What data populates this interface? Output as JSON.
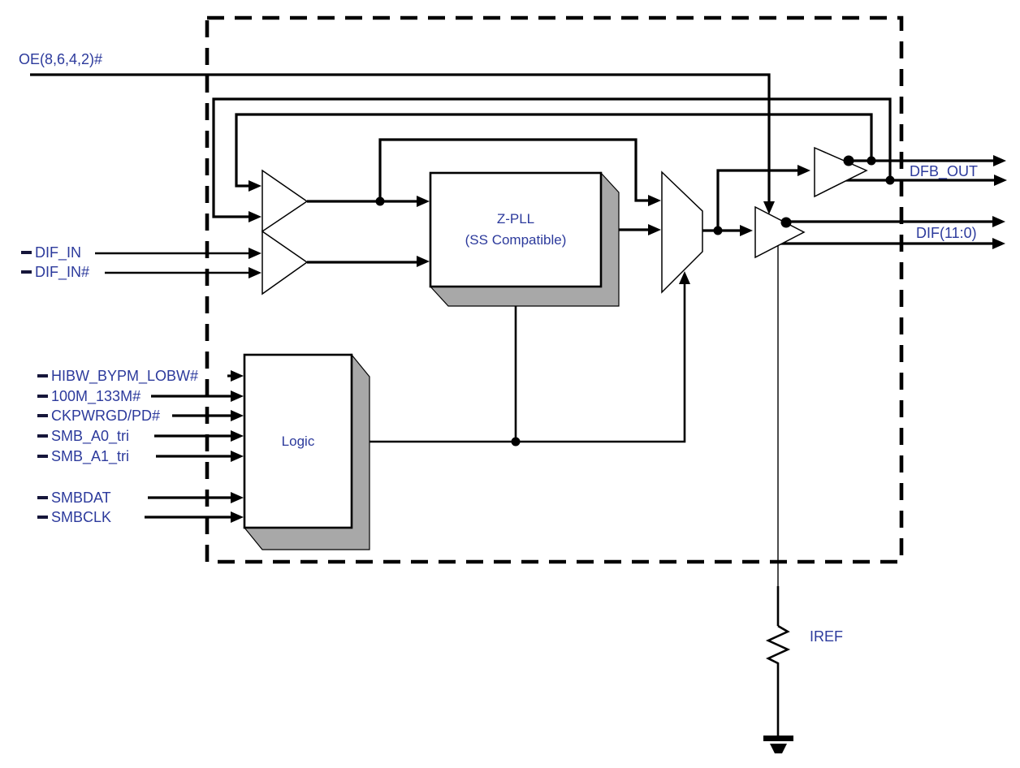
{
  "diagram": {
    "inputs": {
      "oe": {
        "label": "OE(8,6,4,2)#"
      },
      "dif": [
        {
          "label": "DIF_IN"
        },
        {
          "label": "DIF_IN#"
        }
      ],
      "logic": [
        {
          "label": "HIBW_BYPM_LOBW#"
        },
        {
          "label": "100M_133M#"
        },
        {
          "label": "CKPWRGD/PD#"
        },
        {
          "label": "SMB_A0_tri"
        },
        {
          "label": "SMB_A1_tri"
        },
        {
          "label": "SMBDAT"
        },
        {
          "label": "SMBCLK"
        }
      ]
    },
    "blocks": {
      "pll": {
        "title": "Z-PLL",
        "subtitle": "(SS Compatible)"
      },
      "logic": {
        "title": "Logic"
      }
    },
    "outputs": {
      "dfb": {
        "label": "DFB_OUT"
      },
      "dif": {
        "label": "DIF(11:0)"
      }
    },
    "iref": {
      "label": "IREF"
    },
    "colors": {
      "label_text": "#2c3a9c",
      "line": "#000000",
      "block_shadow": "#a8a8a8",
      "background": "#ffffff"
    }
  }
}
